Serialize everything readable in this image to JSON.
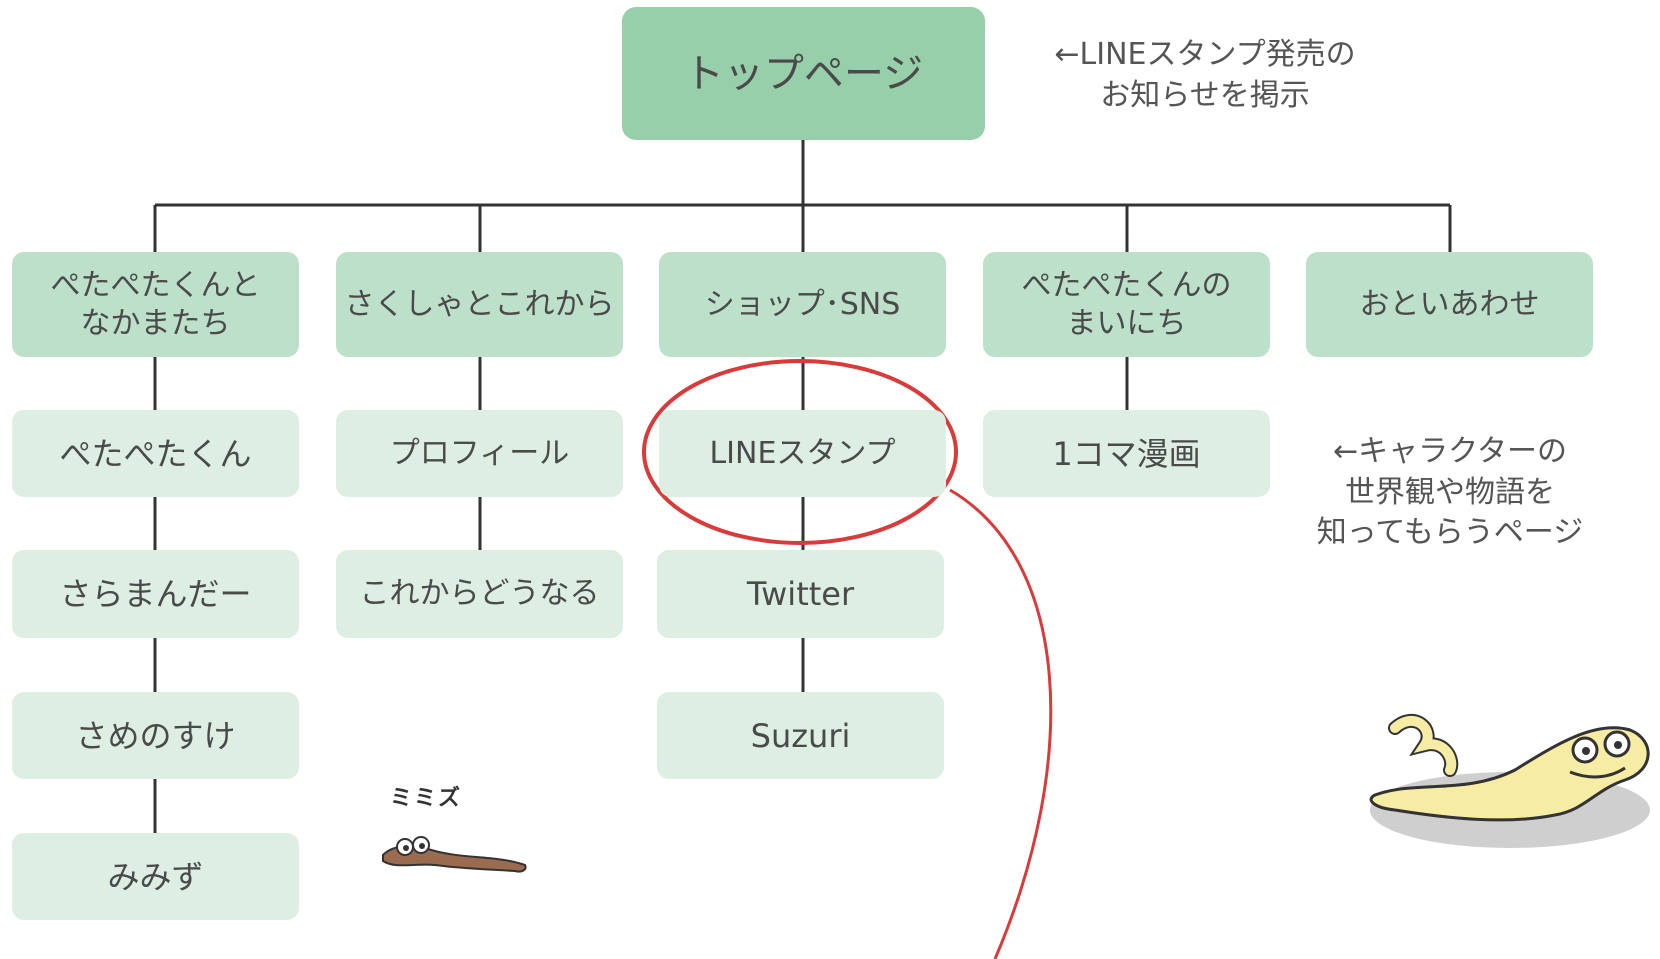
{
  "top": {
    "label": "トップページ"
  },
  "top_note": "←LINEスタンプ発売の\nお知らせを掲示",
  "categories": [
    {
      "label": "ぺたぺたくんと\nなかまたち"
    },
    {
      "label": "さくしゃとこれから"
    },
    {
      "label": "ショップ･SNS"
    },
    {
      "label": "ぺたぺたくんの\nまいにち"
    },
    {
      "label": "おといあわせ"
    }
  ],
  "col1": [
    "ぺたぺたくん",
    "さらまんだー",
    "さめのすけ",
    "みみず"
  ],
  "col2": [
    "プロフィール",
    "これからどうなる"
  ],
  "col3": [
    "LINEスタンプ",
    "Twitter",
    "Suzuri"
  ],
  "col4": [
    "1コマ漫画"
  ],
  "character_note": "←キャラクターの\n世界観や物語を\n知ってもらうページ",
  "mimizu_caption": "ミミズ",
  "colors": {
    "top_box": "#96cfa9",
    "category_box": "#bde0ca",
    "sub_box": "#ddeee2",
    "line": "#333333",
    "highlight": "#d93a3a"
  }
}
